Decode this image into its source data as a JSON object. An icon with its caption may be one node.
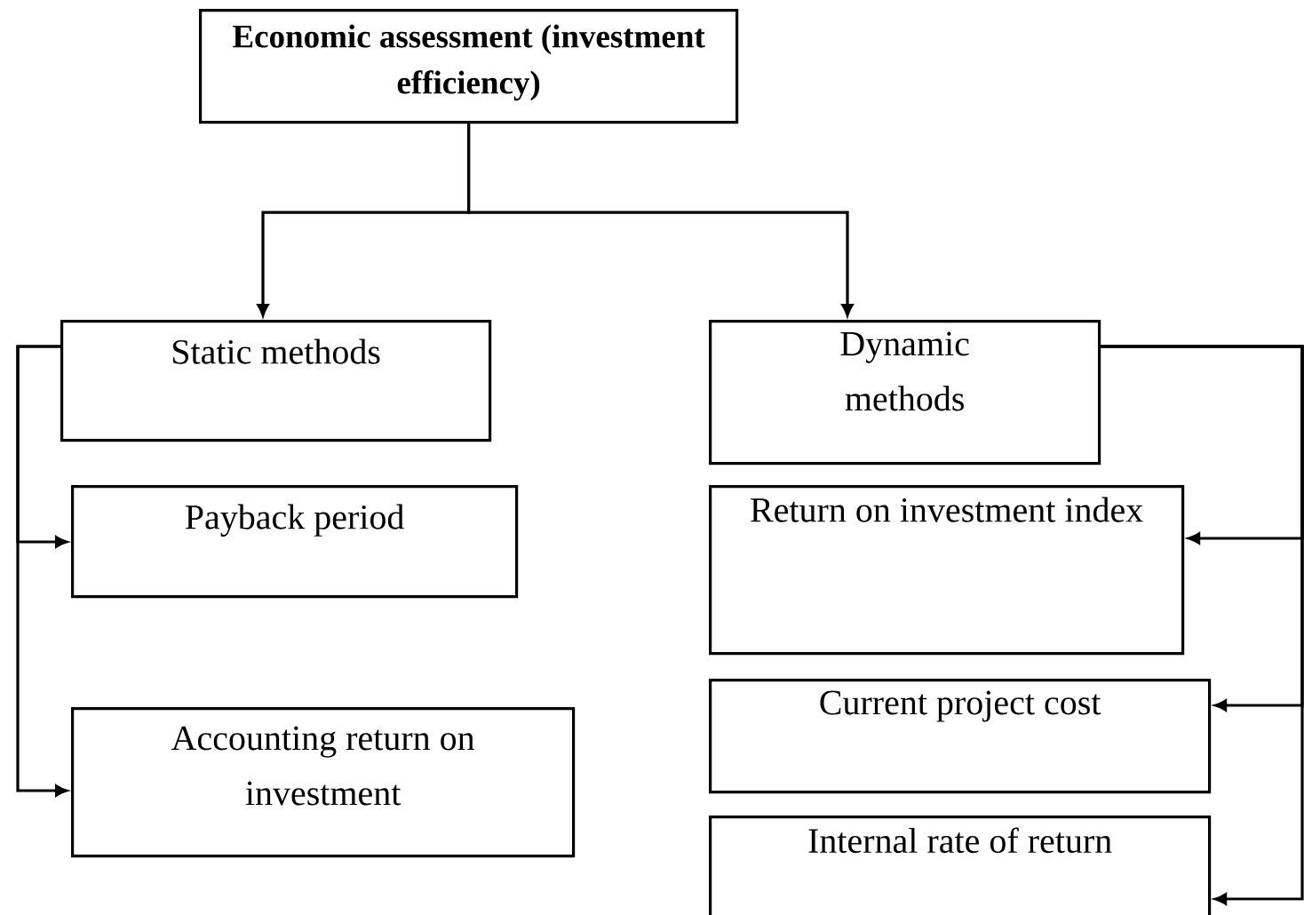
{
  "diagram": {
    "nodes": [
      {
        "text": [
          "Economic assessment (investment efficiency)"
        ]
      },
      {
        "text": [
          "Static methods"
        ]
      },
      {
        "text": [
          "Dynamic methods"
        ]
      },
      {
        "text": [
          "Payback period"
        ]
      },
      {
        "text": [
          "Accounting return on investment"
        ]
      },
      {
        "text": [
          "Return on investment index"
        ]
      },
      {
        "text": [
          "Current project cost"
        ]
      },
      {
        "text": [
          "Internal rate of return"
        ]
      }
    ],
    "edges": [
      {
        "from": 0,
        "to": 1,
        "arrow": "to"
      },
      {
        "from": 0,
        "to": 2,
        "arrow": "to"
      },
      {
        "from": 1,
        "to": 3,
        "arrow": "to"
      },
      {
        "from": 1,
        "to": 4,
        "arrow": "to"
      },
      {
        "from": 2,
        "to": 5,
        "arrow": "to"
      },
      {
        "from": 2,
        "to": 6,
        "arrow": "to"
      },
      {
        "from": 2,
        "to": 7,
        "arrow": "to"
      }
    ]
  }
}
